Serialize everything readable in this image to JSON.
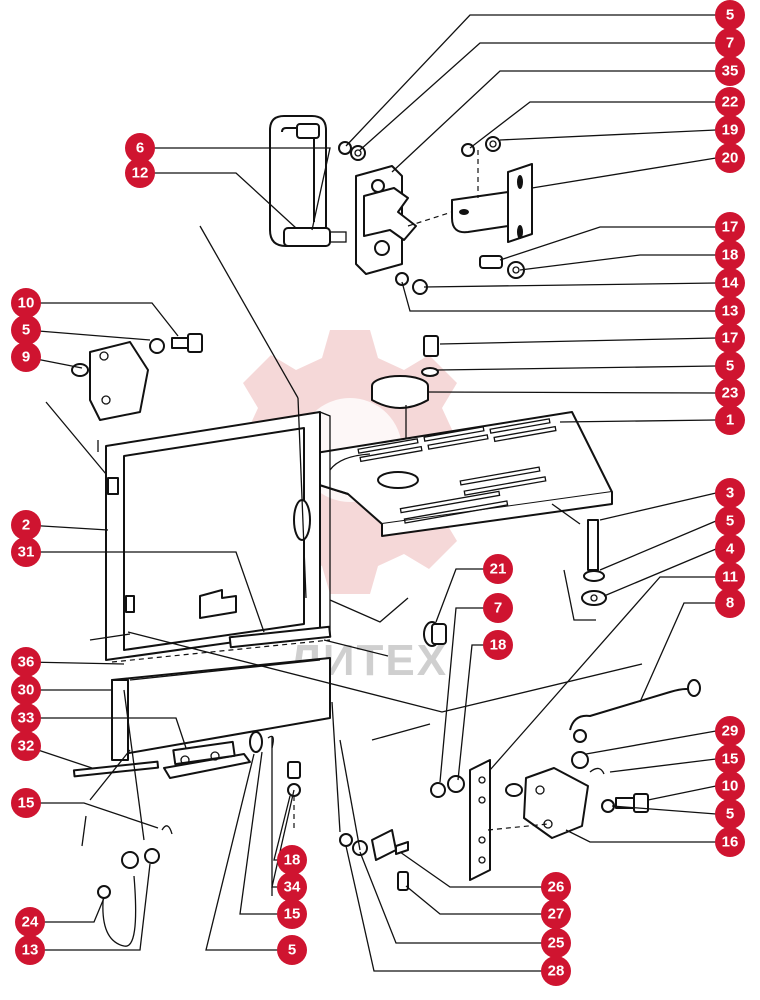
{
  "watermark": {
    "text": "ЛИТЕХ"
  },
  "colors": {
    "callout": "#cf1430",
    "line": "#111111",
    "watermark": "#e9a9a9"
  },
  "callouts": [
    {
      "label": "5"
    },
    {
      "label": "7"
    },
    {
      "label": "35"
    },
    {
      "label": "22"
    },
    {
      "label": "19"
    },
    {
      "label": "20"
    },
    {
      "label": "6"
    },
    {
      "label": "12"
    },
    {
      "label": "17"
    },
    {
      "label": "18"
    },
    {
      "label": "14"
    },
    {
      "label": "10"
    },
    {
      "label": "13"
    },
    {
      "label": "5"
    },
    {
      "label": "17"
    },
    {
      "label": "9"
    },
    {
      "label": "5"
    },
    {
      "label": "23"
    },
    {
      "label": "1"
    },
    {
      "label": "2"
    },
    {
      "label": "3"
    },
    {
      "label": "31"
    },
    {
      "label": "5"
    },
    {
      "label": "4"
    },
    {
      "label": "21"
    },
    {
      "label": "11"
    },
    {
      "label": "7"
    },
    {
      "label": "8"
    },
    {
      "label": "18"
    },
    {
      "label": "36"
    },
    {
      "label": "30"
    },
    {
      "label": "33"
    },
    {
      "label": "29"
    },
    {
      "label": "32"
    },
    {
      "label": "15"
    },
    {
      "label": "10"
    },
    {
      "label": "15"
    },
    {
      "label": "5"
    },
    {
      "label": "16"
    },
    {
      "label": "18"
    },
    {
      "label": "26"
    },
    {
      "label": "34"
    },
    {
      "label": "27"
    },
    {
      "label": "24"
    },
    {
      "label": "15"
    },
    {
      "label": "25"
    },
    {
      "label": "13"
    },
    {
      "label": "5"
    },
    {
      "label": "28"
    }
  ]
}
